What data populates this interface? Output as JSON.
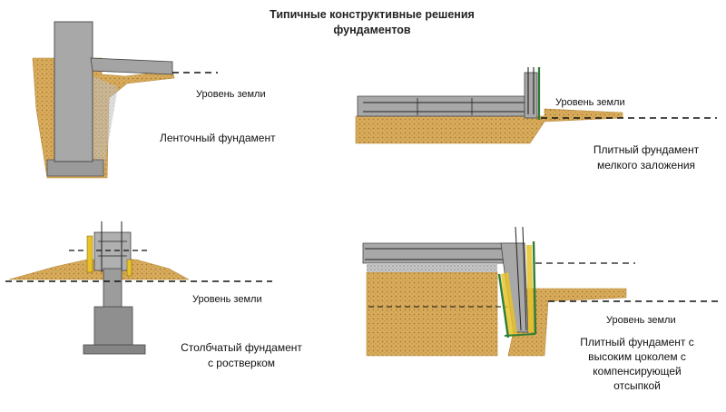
{
  "title": {
    "line1": "Типичные конструктивные решения",
    "line2": "фундаментов"
  },
  "ground_label": "Уровень земли",
  "diagrams": {
    "strip": {
      "caption": [
        "Ленточный фундамент"
      ]
    },
    "slab_shallow": {
      "caption": [
        "Плитный фундамент",
        "мелкого заложения"
      ]
    },
    "column": {
      "caption": [
        "Столбчатый фундамент",
        "с ростверком"
      ]
    },
    "slab_high": {
      "caption": [
        "Плитный фундамент с",
        "высоким цоколем с",
        "компенсирующей",
        "отсыпкой"
      ]
    }
  },
  "colors": {
    "soil": "#d8ac5c",
    "soil_dot": "#b07f32",
    "concrete": "#a8a8a8",
    "concrete_dark": "#8c8c8c",
    "insulation_yellow": "#e8c22a",
    "membrane_green": "#2e7d32",
    "line": "#111111"
  }
}
